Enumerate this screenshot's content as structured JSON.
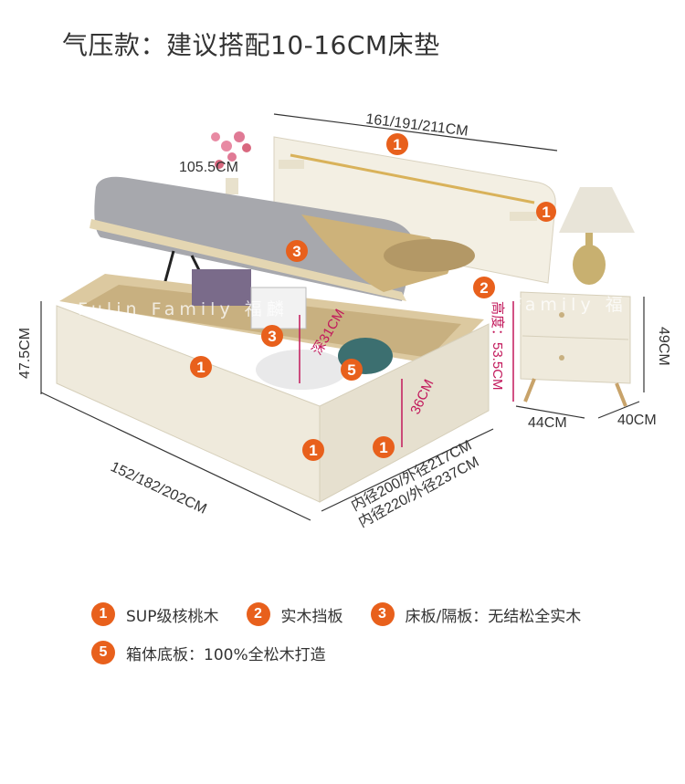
{
  "title": "气压款：建议搭配10-16CM床垫",
  "dimensions": {
    "headboard_width": "161/191/211CM",
    "headboard_height": "105.5CM",
    "bed_height": "47.5CM",
    "bed_width": "152/182/202CM",
    "bed_length_line1": "内径200/外径217CM",
    "bed_length_line2": "内径220/外径237CM",
    "storage_depth": "深31CM",
    "frame_height": "36CM",
    "height_label": "高度：53.5CM",
    "nightstand_height": "49CM",
    "nightstand_width": "44CM",
    "nightstand_depth": "40CM"
  },
  "watermark": "Fulin Family 福麟",
  "watermark_right": "Fulin Family 福",
  "badges": [
    "1",
    "2",
    "3",
    "5"
  ],
  "legend": [
    {
      "num": "1",
      "text": "SUP级核桃木"
    },
    {
      "num": "2",
      "text": "实木挡板"
    },
    {
      "num": "3",
      "text": "床板/隔板：无结松全实木"
    },
    {
      "num": "5",
      "text": "箱体底板：100%全松木打造"
    }
  ],
  "colors": {
    "badge": "#e8601c",
    "accent": "#c2185b",
    "bed": "#efeadc"
  }
}
